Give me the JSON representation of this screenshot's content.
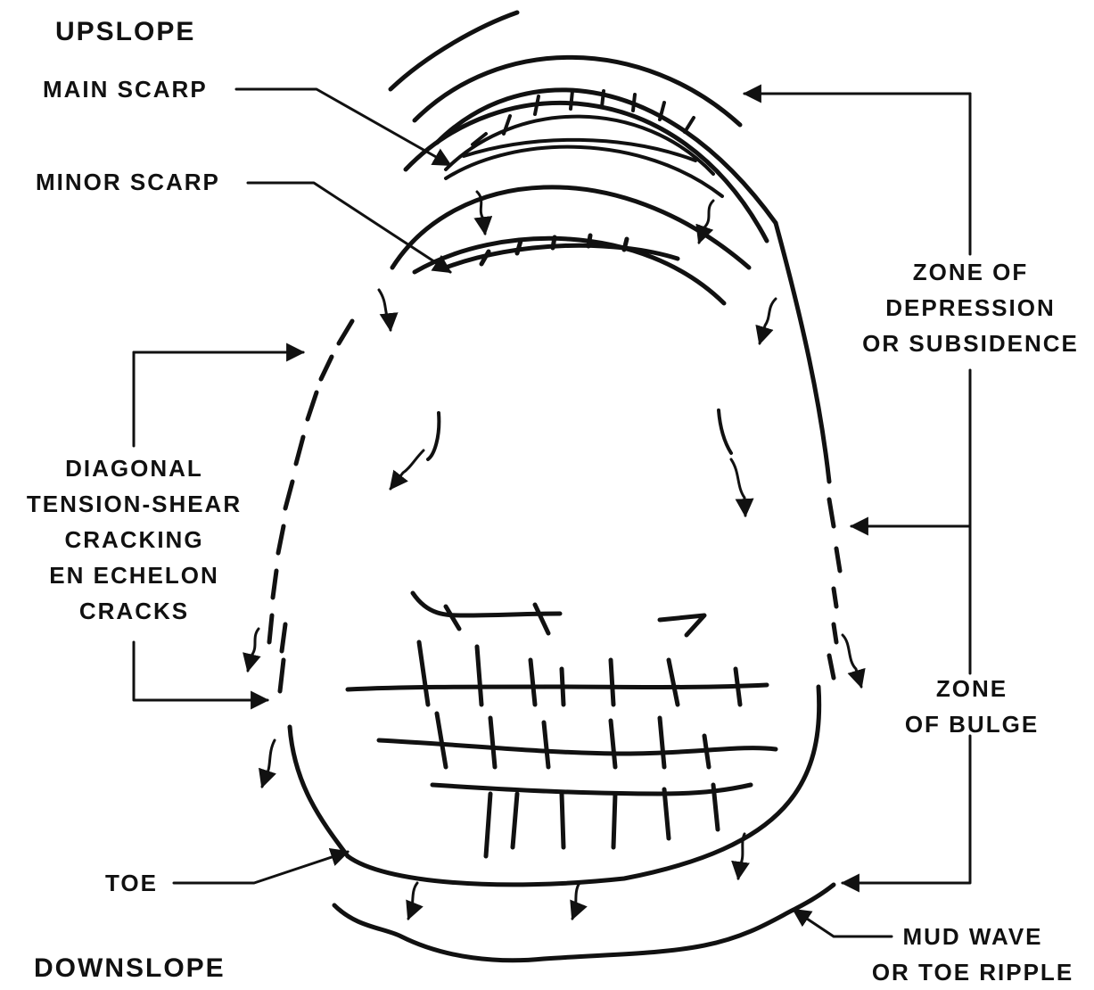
{
  "labels": {
    "upslope": "UPSLOPE",
    "downslope": "DOWNSLOPE",
    "main_scarp": "MAIN SCARP",
    "minor_scarp": "MINOR SCARP",
    "diagonal": [
      "DIAGONAL",
      "TENSION-SHEAR",
      "CRACKING",
      "EN ECHELON",
      "CRACKS"
    ],
    "zone_depression": [
      "ZONE OF",
      "DEPRESSION",
      "OR SUBSIDENCE"
    ],
    "zone_bulge": [
      "ZONE",
      "OF BULGE"
    ],
    "toe": "TOE",
    "mud_wave": [
      "MUD WAVE",
      "OR TOE RIPPLE"
    ]
  },
  "colors": {
    "ink": "#111111",
    "background": "#ffffff"
  }
}
